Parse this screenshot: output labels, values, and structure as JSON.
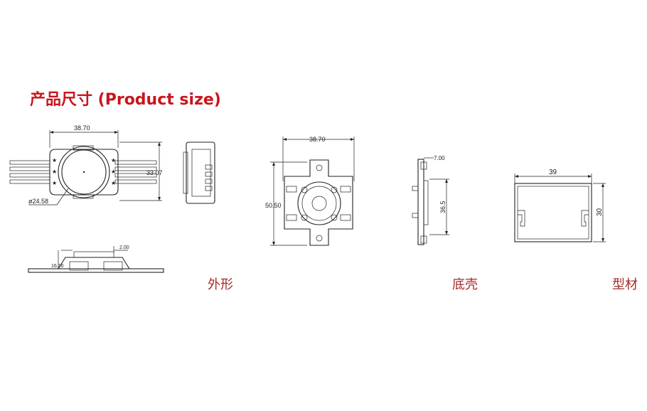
{
  "title": "产品尺寸 (Product size)",
  "captions": {
    "outline": "外形",
    "base": "底壳",
    "profile": "型材"
  },
  "dimensions": {
    "outline_width": "38.70",
    "outline_height": "33.07",
    "lens_diameter": "ø24.58",
    "side_height": "16.10",
    "side_lens": "2.00",
    "base_width": "38.70",
    "base_height": "50.50",
    "base_side_top": "7.00",
    "base_side_height": "36.5",
    "profile_width": "39",
    "profile_height": "30"
  }
}
